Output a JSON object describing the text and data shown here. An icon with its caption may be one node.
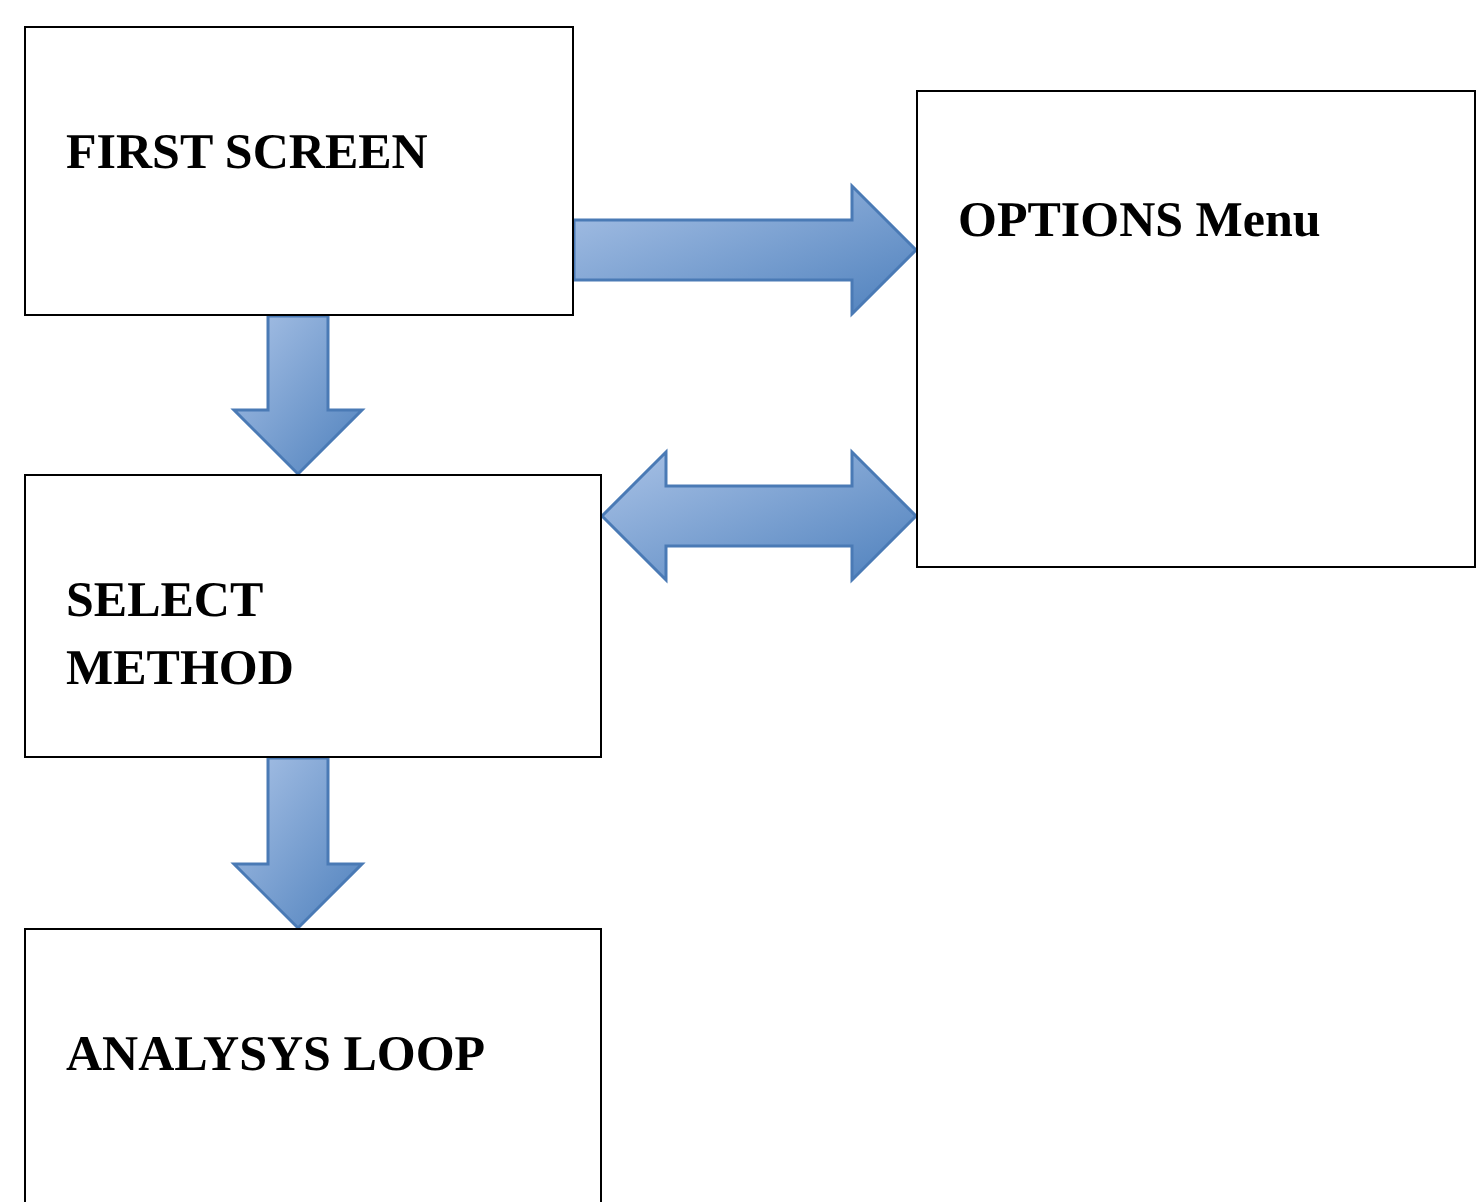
{
  "diagram": {
    "nodes": [
      {
        "text": [
          "FIRST SCREEN"
        ]
      },
      {
        "text": [
          "OPTIONS Menu"
        ]
      },
      {
        "text": [
          "SELECT METHOD"
        ]
      },
      {
        "text": [
          "ANALYSYS LOOP"
        ]
      }
    ],
    "edges": [
      {
        "from": 0,
        "to": 1,
        "arrow": "to",
        "style": "thick"
      },
      {
        "from": 0,
        "to": 2,
        "arrow": "to",
        "style": "thick"
      },
      {
        "from": 2,
        "to": 1,
        "arrow": "both",
        "style": "thick"
      },
      {
        "from": 2,
        "to": 3,
        "arrow": "to",
        "style": "thick"
      }
    ]
  }
}
